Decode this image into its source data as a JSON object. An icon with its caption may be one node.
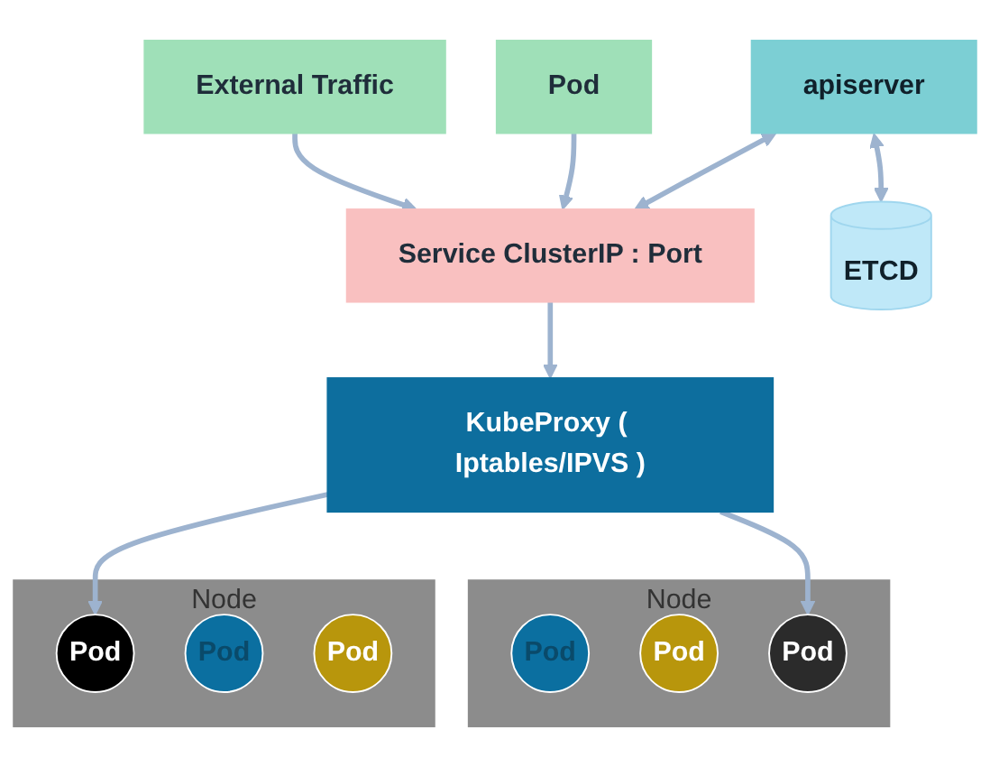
{
  "diagram": {
    "nodes": [
      {
        "text": [
          "External Traffic"
        ]
      },
      {
        "text": [
          "Pod"
        ]
      },
      {
        "text": [
          "apiserver"
        ]
      },
      {
        "text": [
          "Service  ClusterIP : Port"
        ]
      },
      {
        "text": [
          "ETCD"
        ]
      },
      {
        "text": [
          "KubeProxy ( Iptables/IPVS )"
        ]
      },
      {
        "text": [
          "Node"
        ]
      },
      {
        "text": [
          "Pod"
        ],
        "in": 6
      },
      {
        "text": [
          "Pod"
        ],
        "in": 6
      },
      {
        "text": [
          "Pod"
        ],
        "in": 6
      },
      {
        "text": [
          "Node"
        ]
      },
      {
        "text": [
          "Pod"
        ],
        "in": 10
      },
      {
        "text": [
          "Pod"
        ],
        "in": 10
      },
      {
        "text": [
          "Pod"
        ],
        "in": 10
      }
    ],
    "edges": [
      {
        "from": 0,
        "to": 3,
        "arrow": "to"
      },
      {
        "from": 1,
        "to": 3,
        "arrow": "to"
      },
      {
        "from": 2,
        "to": 3,
        "arrow": "both"
      },
      {
        "from": 2,
        "to": 4,
        "arrow": "both"
      },
      {
        "from": 3,
        "to": 5,
        "arrow": "to"
      },
      {
        "from": 5,
        "to": 7,
        "arrow": "to"
      },
      {
        "from": 5,
        "to": 13,
        "arrow": "to"
      }
    ]
  }
}
